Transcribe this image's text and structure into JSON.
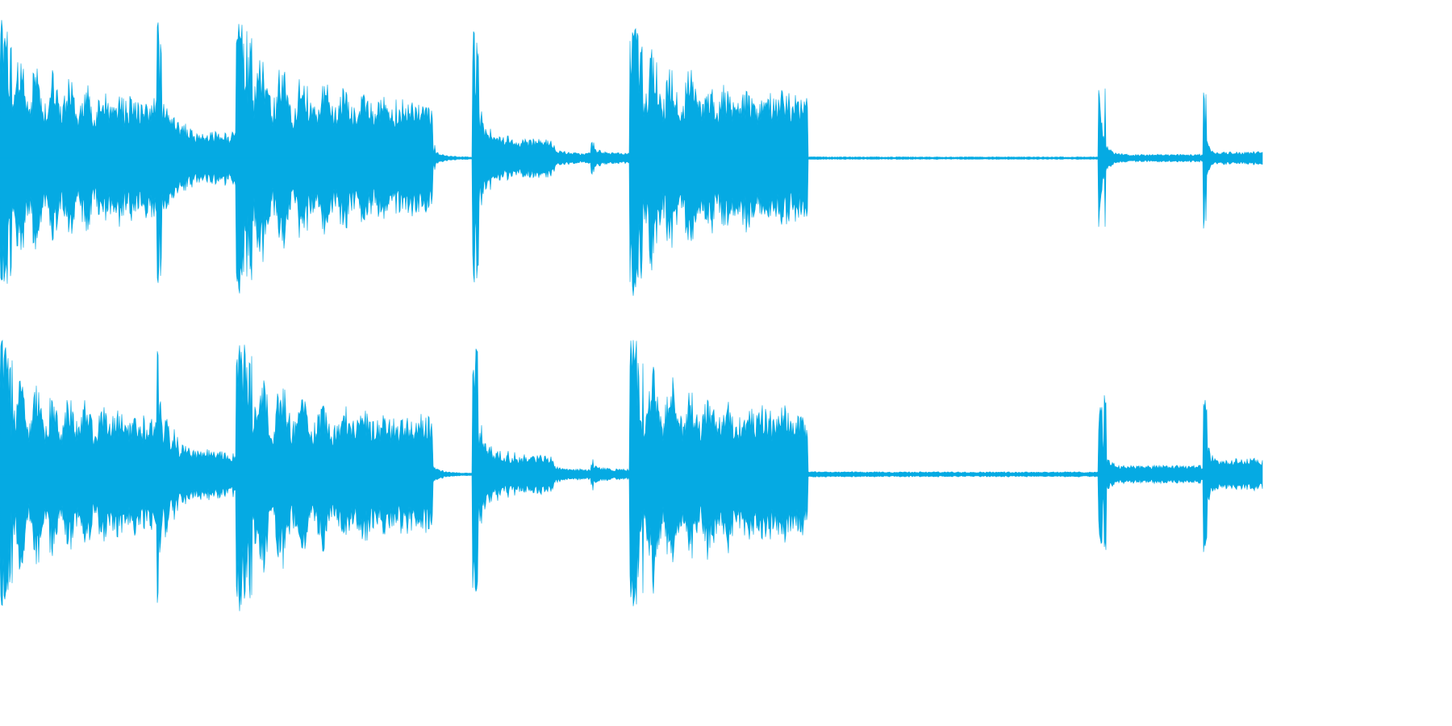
{
  "waveform": {
    "color": "#05AAE3",
    "channels": [
      {
        "id": "left",
        "segments": [
          {
            "start": 0.0,
            "end": 0.124,
            "peak": 1.0,
            "sustain": 0.46,
            "decay": 0.55,
            "wobble": 0.35
          },
          {
            "start": 0.124,
            "end": 0.187,
            "peak": 1.0,
            "sustain": 0.2,
            "decay": 0.35,
            "wobble": 0.15
          },
          {
            "start": 0.187,
            "end": 0.343,
            "peak": 1.0,
            "sustain": 0.45,
            "decay": 0.55,
            "wobble": 0.35
          },
          {
            "start": 0.343,
            "end": 0.374,
            "peak": 0.1,
            "sustain": 0.01,
            "decay": 0.5,
            "wobble": 0.1
          },
          {
            "start": 0.374,
            "end": 0.437,
            "peak": 1.0,
            "sustain": 0.15,
            "decay": 0.25,
            "wobble": 0.15
          },
          {
            "start": 0.437,
            "end": 0.468,
            "peak": 0.12,
            "sustain": 0.04,
            "decay": 0.5,
            "wobble": 0.1
          },
          {
            "start": 0.468,
            "end": 0.499,
            "peak": 0.13,
            "sustain": 0.04,
            "decay": 0.5,
            "wobble": 0.1
          },
          {
            "start": 0.499,
            "end": 0.64,
            "peak": 1.0,
            "sustain": 0.48,
            "decay": 0.6,
            "wobble": 0.35
          },
          {
            "start": 0.64,
            "end": 0.87,
            "peak": 0.01,
            "sustain": 0.01,
            "decay": 1.0,
            "wobble": 0.05
          },
          {
            "start": 0.87,
            "end": 0.953,
            "peak": 0.58,
            "sustain": 0.03,
            "decay": 0.1,
            "wobble": 0.05
          },
          {
            "start": 0.953,
            "end": 1.0,
            "peak": 0.58,
            "sustain": 0.05,
            "decay": 0.1,
            "wobble": 0.05
          }
        ]
      },
      {
        "id": "right",
        "segments": [
          {
            "start": 0.0,
            "end": 0.124,
            "peak": 1.0,
            "sustain": 0.45,
            "decay": 0.55,
            "wobble": 0.35
          },
          {
            "start": 0.124,
            "end": 0.187,
            "peak": 1.0,
            "sustain": 0.18,
            "decay": 0.35,
            "wobble": 0.15
          },
          {
            "start": 0.187,
            "end": 0.343,
            "peak": 1.0,
            "sustain": 0.44,
            "decay": 0.55,
            "wobble": 0.35
          },
          {
            "start": 0.343,
            "end": 0.374,
            "peak": 0.1,
            "sustain": 0.01,
            "decay": 0.5,
            "wobble": 0.1
          },
          {
            "start": 0.374,
            "end": 0.437,
            "peak": 1.0,
            "sustain": 0.15,
            "decay": 0.25,
            "wobble": 0.15
          },
          {
            "start": 0.437,
            "end": 0.468,
            "peak": 0.12,
            "sustain": 0.04,
            "decay": 0.5,
            "wobble": 0.1
          },
          {
            "start": 0.468,
            "end": 0.499,
            "peak": 0.13,
            "sustain": 0.04,
            "decay": 0.5,
            "wobble": 0.1
          },
          {
            "start": 0.499,
            "end": 0.64,
            "peak": 1.0,
            "sustain": 0.47,
            "decay": 0.6,
            "wobble": 0.35
          },
          {
            "start": 0.64,
            "end": 0.87,
            "peak": 0.02,
            "sustain": 0.02,
            "decay": 1.0,
            "wobble": 0.05
          },
          {
            "start": 0.87,
            "end": 0.953,
            "peak": 0.6,
            "sustain": 0.07,
            "decay": 0.1,
            "wobble": 0.05
          },
          {
            "start": 0.953,
            "end": 1.0,
            "peak": 0.6,
            "sustain": 0.12,
            "decay": 0.15,
            "wobble": 0.05
          }
        ]
      }
    ]
  }
}
